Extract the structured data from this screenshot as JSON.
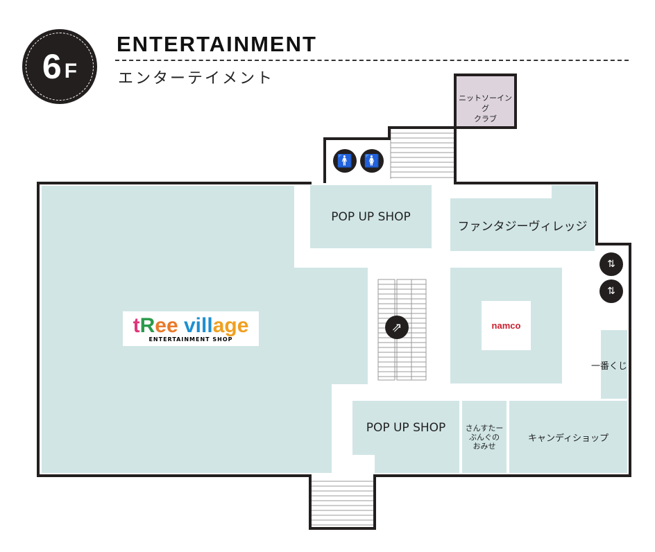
{
  "header": {
    "floor_number": "6",
    "floor_letter": "F",
    "title": "ENTERTAINMENT",
    "subtitle": "エンターテイメント"
  },
  "shops": {
    "tree_village": {
      "logo_text": "tRee village",
      "logo_sub": "ENTERTAINMENT SHOP"
    },
    "popup_top": "POP UP SHOP",
    "fantasy_village": "ファンタジーヴィレッジ",
    "namco": "namco",
    "ichiban_kuji": "一番くじ",
    "popup_bottom": "POP UP SHOP",
    "sunstar": [
      "さんすたー",
      "ぶんぐの",
      "おみせ"
    ],
    "candy_shop": "キャンディショップ",
    "knit_club": [
      "ニットソーイング",
      "クラブ"
    ]
  },
  "colors": {
    "room": "#d1e5e5",
    "knit": "#ddd3dd",
    "wall": "#231f1f",
    "namco_red": "#c8202f"
  }
}
